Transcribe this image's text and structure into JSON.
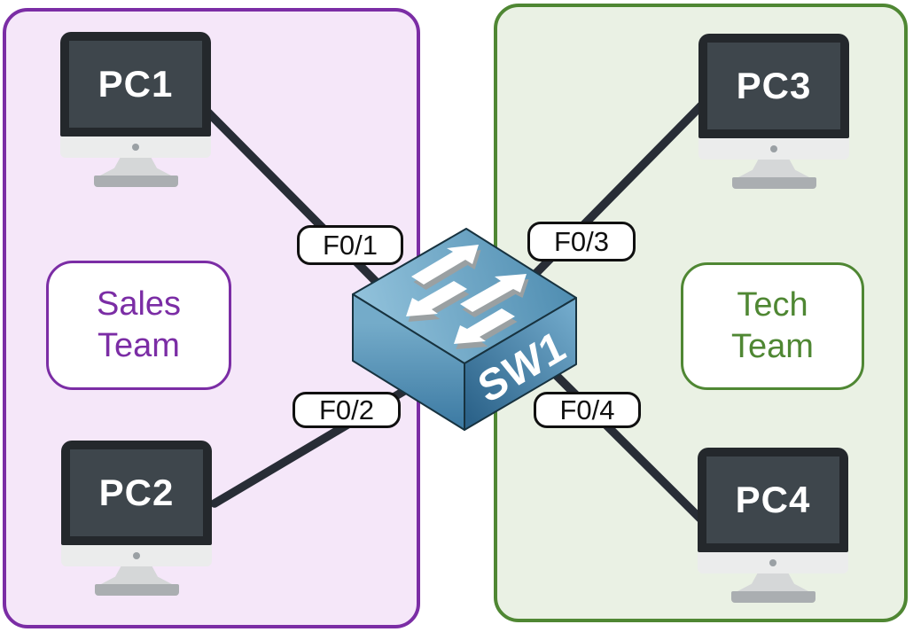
{
  "diagram_type": "network-topology",
  "zones": [
    {
      "name": "Sales Team",
      "members": [
        "PC1",
        "PC2"
      ]
    },
    {
      "name": "Tech Team",
      "members": [
        "PC3",
        "PC4"
      ]
    }
  ],
  "devices": {
    "pcs": [
      {
        "label": "PC1"
      },
      {
        "label": "PC2"
      },
      {
        "label": "PC3"
      },
      {
        "label": "PC4"
      }
    ],
    "switch": {
      "label": "SW1"
    }
  },
  "links": [
    {
      "from": "PC1",
      "to": "SW1",
      "port": "F0/1"
    },
    {
      "from": "PC2",
      "to": "SW1",
      "port": "F0/2"
    },
    {
      "from": "PC3",
      "to": "SW1",
      "port": "F0/3"
    },
    {
      "from": "PC4",
      "to": "SW1",
      "port": "F0/4"
    }
  ],
  "colors": {
    "sales_accent": "#7b2da5",
    "sales_zone_fill": "#f5e7f9",
    "tech_accent": "#4f8733",
    "tech_zone_fill": "#eaf1e4",
    "cable": "#282d36",
    "switch_blue": "#4d8cb0",
    "label_ink": "#101010"
  }
}
